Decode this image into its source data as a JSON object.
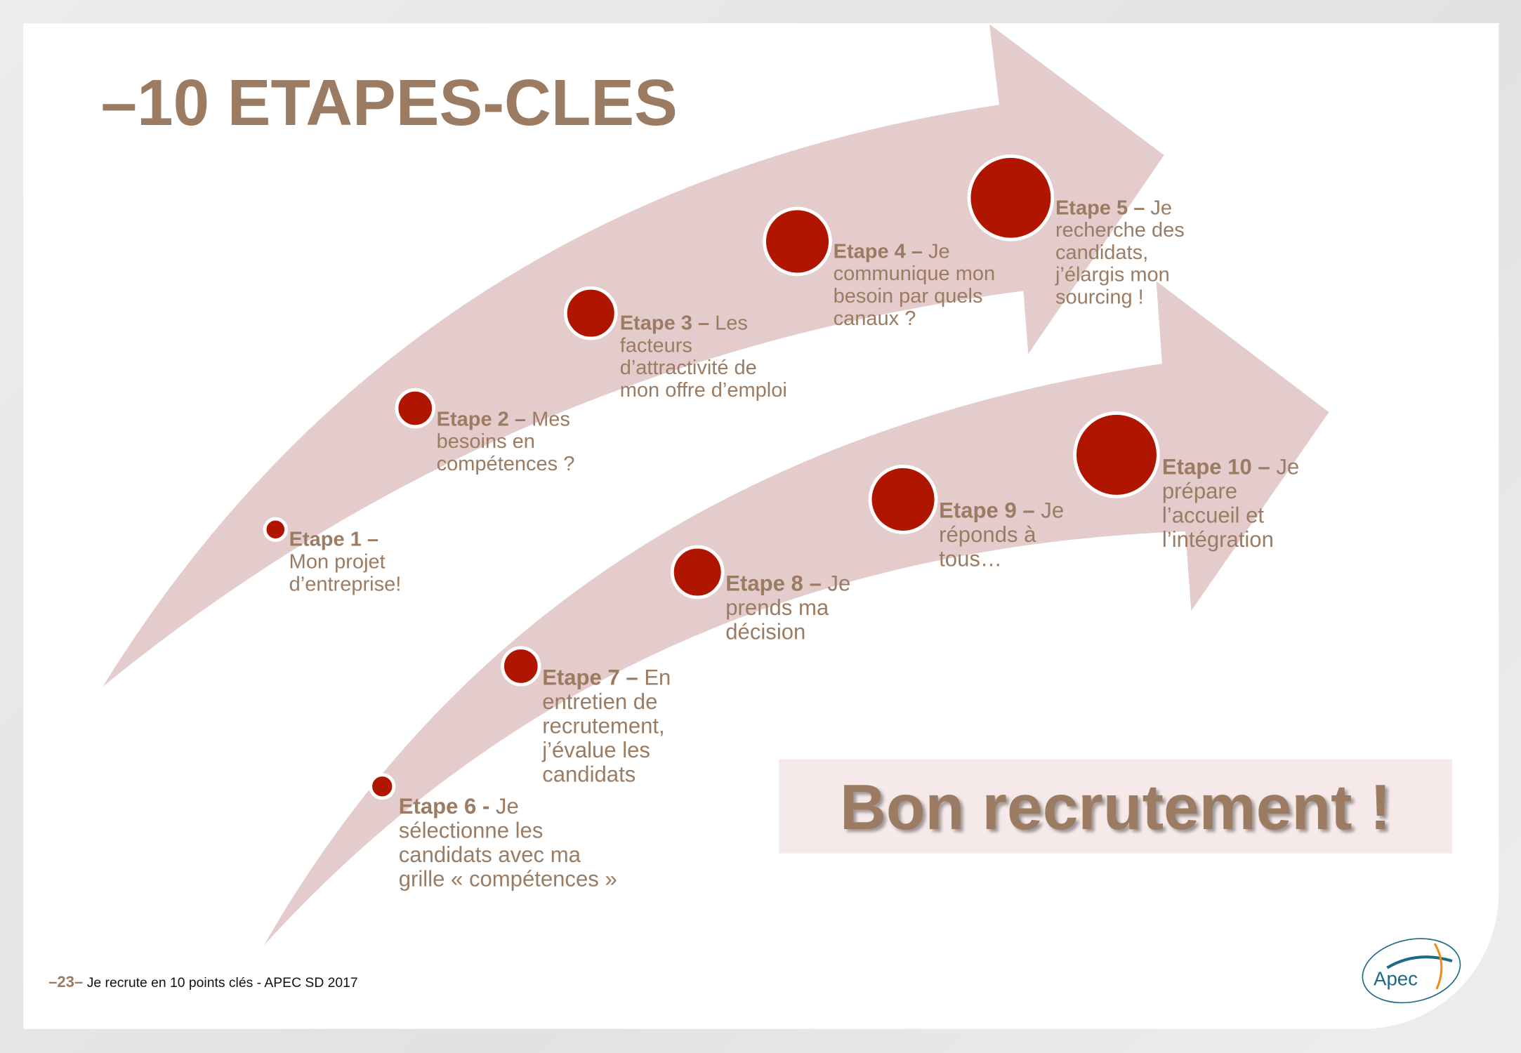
{
  "title": "–10 ETAPES-CLES",
  "steps": [
    {
      "label": "Etape 1 –",
      "text": "\nMon projet\nd’entreprise!"
    },
    {
      "label": "Etape 2 –",
      "text": " Mes\nbesoins en\ncompétences ?"
    },
    {
      "label": "Etape 3 –",
      "text": " Les\nfacteurs\nd’attractivité de\nmon offre d’emploi"
    },
    {
      "label": "Etape 4 –",
      "text": " Je\ncommunique mon\nbesoin par quels\ncanaux ?"
    },
    {
      "label": "Etape 5 –",
      "text": " Je\nrecherche des\ncandidats,\nj’élargis mon\nsourcing !"
    },
    {
      "label": "Etape 6 -",
      "text": " Je\nsélectionne les\ncandidats avec ma\ngrille « compétences »"
    },
    {
      "label": "Etape 7 –",
      "text": " En\nentretien de\nrecrutement,\nj’évalue les\ncandidats"
    },
    {
      "label": "Etape 8 –",
      "text": " Je\nprends ma\ndécision"
    },
    {
      "label": "Etape 9 –",
      "text": " Je\nréponds à\ntous…"
    },
    {
      "label": "Etape 10 –",
      "text": " Je\nprépare\nl’accueil et\nl’intégration"
    }
  ],
  "closing": "Bon recrutement !",
  "footer": {
    "page": "–23–",
    "text": "Je recrute en 10 points clés - APEC SD 2017"
  },
  "logo": {
    "text": "Apec"
  },
  "colors": {
    "accent": "#9b7b62",
    "circle": "#b01500",
    "arrow": "#e5cccc"
  }
}
